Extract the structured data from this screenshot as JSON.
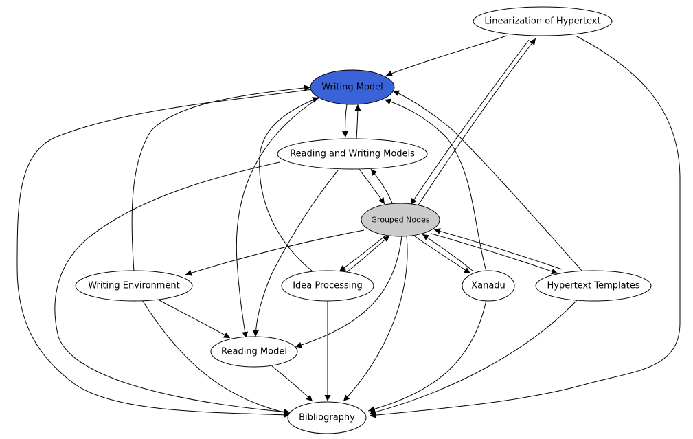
{
  "diagram": {
    "nodes": [
      {
        "id": "linearization",
        "label": "Linearization of Hypertext",
        "fill": "#ffffff"
      },
      {
        "id": "writing_model",
        "label": "Writing Model",
        "fill": "#3b63d9"
      },
      {
        "id": "reading_writing_models",
        "label": "Reading and Writing Models",
        "fill": "#ffffff"
      },
      {
        "id": "grouped_nodes",
        "label": "Grouped Nodes",
        "fill": "#cccccc"
      },
      {
        "id": "writing_environment",
        "label": "Writing Environment",
        "fill": "#ffffff"
      },
      {
        "id": "idea_processing",
        "label": "Idea Processing",
        "fill": "#ffffff"
      },
      {
        "id": "xanadu",
        "label": "Xanadu",
        "fill": "#ffffff"
      },
      {
        "id": "hypertext_templates",
        "label": "Hypertext Templates",
        "fill": "#ffffff"
      },
      {
        "id": "reading_model",
        "label": "Reading Model",
        "fill": "#ffffff"
      },
      {
        "id": "bibliography",
        "label": "Bibliography",
        "fill": "#ffffff"
      }
    ],
    "edges": [
      {
        "from": "linearization",
        "to": "writing_model"
      },
      {
        "from": "linearization",
        "to": "grouped_nodes"
      },
      {
        "from": "linearization",
        "to": "bibliography"
      },
      {
        "from": "writing_model",
        "to": "reading_writing_models"
      },
      {
        "from": "writing_model",
        "to": "reading_model"
      },
      {
        "from": "reading_writing_models",
        "to": "writing_model"
      },
      {
        "from": "reading_writing_models",
        "to": "grouped_nodes"
      },
      {
        "from": "reading_writing_models",
        "to": "reading_model"
      },
      {
        "from": "reading_writing_models",
        "to": "bibliography"
      },
      {
        "from": "grouped_nodes",
        "to": "linearization"
      },
      {
        "from": "grouped_nodes",
        "to": "reading_writing_models"
      },
      {
        "from": "grouped_nodes",
        "to": "writing_environment"
      },
      {
        "from": "grouped_nodes",
        "to": "idea_processing"
      },
      {
        "from": "grouped_nodes",
        "to": "xanadu"
      },
      {
        "from": "grouped_nodes",
        "to": "hypertext_templates"
      },
      {
        "from": "grouped_nodes",
        "to": "reading_model"
      },
      {
        "from": "grouped_nodes",
        "to": "bibliography"
      },
      {
        "from": "writing_environment",
        "to": "writing_model"
      },
      {
        "from": "writing_environment",
        "to": "reading_model"
      },
      {
        "from": "writing_environment",
        "to": "bibliography"
      },
      {
        "from": "idea_processing",
        "to": "writing_model"
      },
      {
        "from": "idea_processing",
        "to": "grouped_nodes"
      },
      {
        "from": "idea_processing",
        "to": "bibliography"
      },
      {
        "from": "xanadu",
        "to": "writing_model"
      },
      {
        "from": "xanadu",
        "to": "grouped_nodes"
      },
      {
        "from": "xanadu",
        "to": "bibliography"
      },
      {
        "from": "hypertext_templates",
        "to": "writing_model"
      },
      {
        "from": "hypertext_templates",
        "to": "grouped_nodes"
      },
      {
        "from": "hypertext_templates",
        "to": "bibliography"
      },
      {
        "from": "reading_model",
        "to": "bibliography"
      },
      {
        "from": "writing_model",
        "to": "bibliography"
      }
    ]
  }
}
